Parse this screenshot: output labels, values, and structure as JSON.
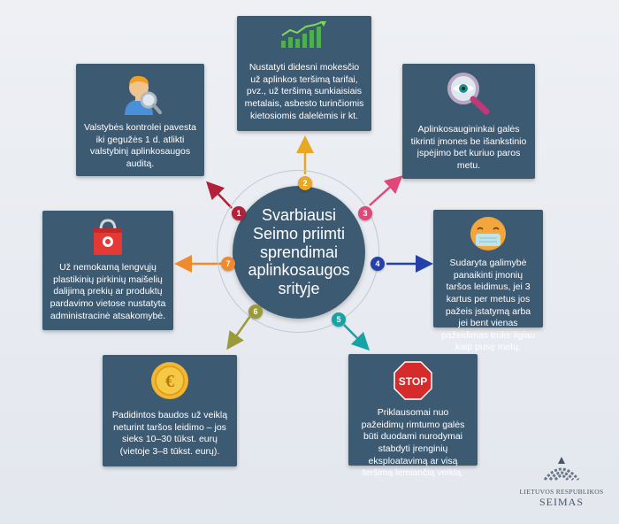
{
  "center": {
    "title": "Svarbiausi Seimo priimti sprendimai aplinkosaugos srityje"
  },
  "items": [
    {
      "number": "1",
      "color": "#b3203a",
      "icon": "inspector-magnifier-icon",
      "text": "Valstybės kontrolei pavesta iki gegužės 1 d. atlikti valstybinį aplinkosaugos auditą."
    },
    {
      "number": "2",
      "color": "#e8a824",
      "icon": "growth-chart-icon",
      "text": "Nustatyti didesni mokesčio už aplinkos teršimą tarifai, pvz., už teršimą sunkiaisiais metalais, asbesto turinčiomis kietosiomis dalelėmis ir kt."
    },
    {
      "number": "3",
      "color": "#e0487a",
      "icon": "eye-magnifier-icon",
      "text": "Aplinkosaugininkai galės tikrinti įmones be išankstinio įspėjimo bet kuriuo paros metu."
    },
    {
      "number": "4",
      "color": "#2541a8",
      "icon": "sick-mask-face-icon",
      "text": "Sudaryta galimybė panaikinti įmonių taršos leidimus, jei 3 kartus per metus jos pažeis įstatymą arba jei bent vienas pažeidimas truks ilgiau kaip pusę metų."
    },
    {
      "number": "5",
      "color": "#17a3a3",
      "icon": "stop-sign-icon",
      "icon_label": "STOP",
      "text": "Priklausomai nuo pažeidimų rimtumo galės būti duodami nurodymai stabdyti įrenginių eksploatavimą ar visą teršimą lemiančią veiklą."
    },
    {
      "number": "6",
      "color": "#9b9a3a",
      "icon": "euro-coin-icon",
      "text": "Padidintos baudos už veiklą neturint taršos leidimo – jos sieks 10–30 tūkst. eurų (vietoje 3–8 tūkst. eurų)."
    },
    {
      "number": "7",
      "color": "#f08a2e",
      "icon": "shopping-bag-icon",
      "text": "Už nemokamą lengvųjų plastikinių pirkinių maišelių dalijimą prekių ar produktų pardavimo vietose nustatyta administracinė atsakomybė."
    }
  ],
  "logo": {
    "line1": "LIETUVOS RESPUBLIKOS",
    "line2": "SEIMAS"
  }
}
